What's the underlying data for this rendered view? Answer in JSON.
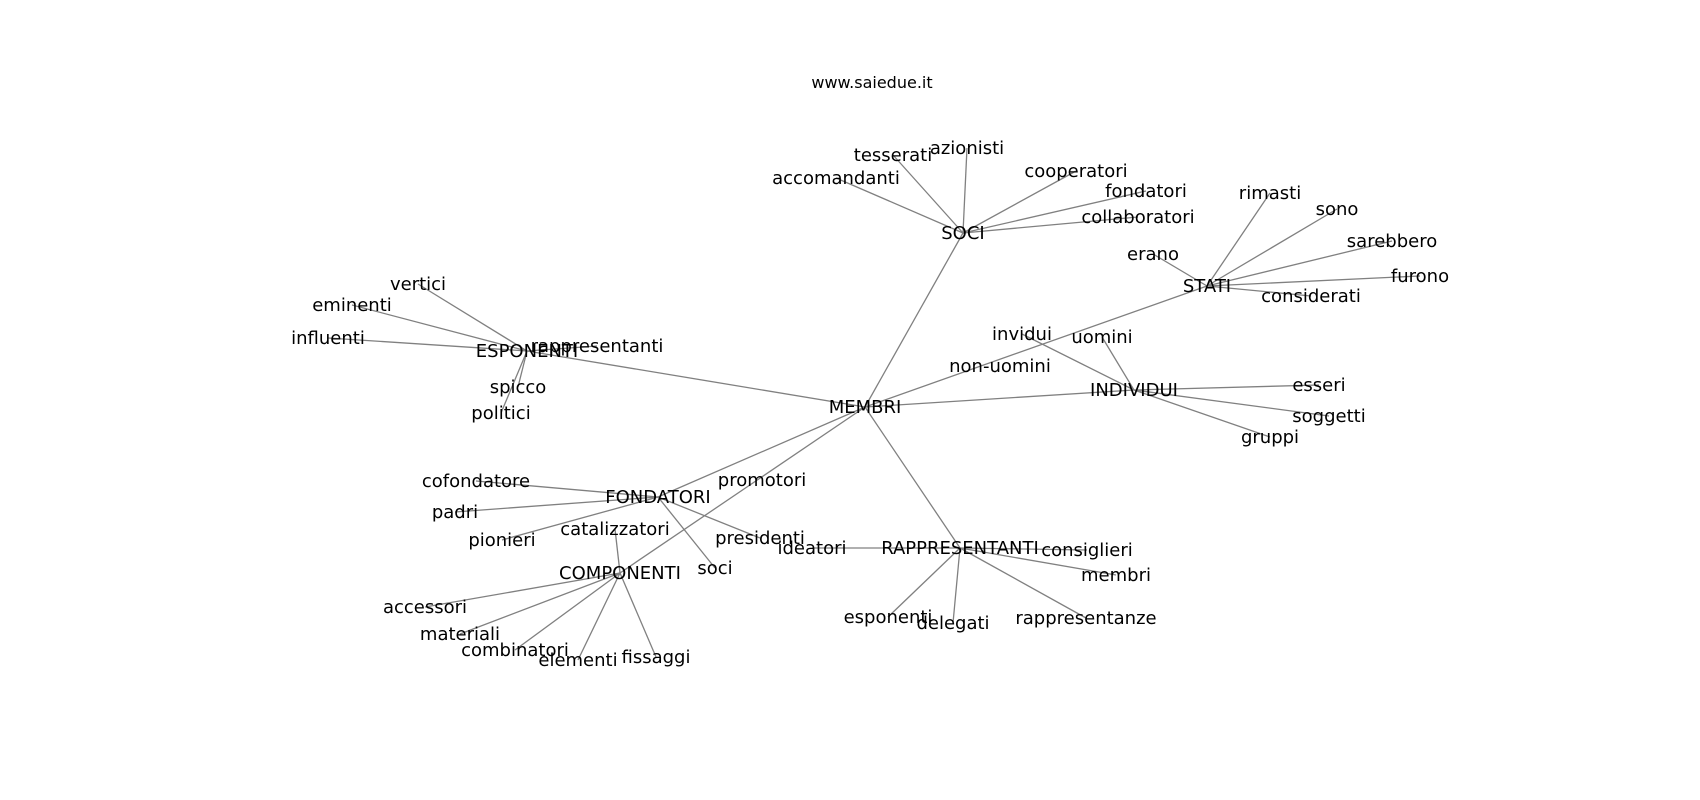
{
  "title": "www.saiedue.it",
  "colors": {
    "edge": "#808080",
    "text": "#000000",
    "background": "#ffffff"
  },
  "graph": {
    "nodes": [
      {
        "id": "MEMBRI",
        "label": "MEMBRI"
      },
      {
        "id": "SOCI",
        "label": "SOCI"
      },
      {
        "id": "ESPONENTI",
        "label": "ESPONENTI"
      },
      {
        "id": "STATI",
        "label": "STATI"
      },
      {
        "id": "INDIVIDUI",
        "label": "INDIVIDUI"
      },
      {
        "id": "FONDATORI",
        "label": "FONDATORI"
      },
      {
        "id": "COMPONENTI",
        "label": "COMPONENTI"
      },
      {
        "id": "RAPPRESENTANTI",
        "label": "RAPPRESENTANTI"
      },
      {
        "id": "tesserati",
        "label": "tesserati"
      },
      {
        "id": "azionisti",
        "label": "azionisti"
      },
      {
        "id": "accomandanti",
        "label": "accomandanti"
      },
      {
        "id": "cooperatori",
        "label": "cooperatori"
      },
      {
        "id": "fondatori",
        "label": "fondatori"
      },
      {
        "id": "collaboratori",
        "label": "collaboratori"
      },
      {
        "id": "vertici",
        "label": "vertici"
      },
      {
        "id": "eminenti",
        "label": "eminenti"
      },
      {
        "id": "influenti",
        "label": "influenti"
      },
      {
        "id": "rappresentanti",
        "label": "rappresentanti"
      },
      {
        "id": "spicco",
        "label": "spicco"
      },
      {
        "id": "politici",
        "label": "politici"
      },
      {
        "id": "rimasti",
        "label": "rimasti"
      },
      {
        "id": "sono",
        "label": "sono"
      },
      {
        "id": "sarebbero",
        "label": "sarebbero"
      },
      {
        "id": "erano",
        "label": "erano"
      },
      {
        "id": "furono",
        "label": "furono"
      },
      {
        "id": "considerati",
        "label": "considerati"
      },
      {
        "id": "invidui",
        "label": "invidui"
      },
      {
        "id": "uomini",
        "label": "uomini"
      },
      {
        "id": "non-uomini",
        "label": "non-uomini"
      },
      {
        "id": "esseri",
        "label": "esseri"
      },
      {
        "id": "soggetti",
        "label": "soggetti"
      },
      {
        "id": "gruppi",
        "label": "gruppi"
      },
      {
        "id": "cofondatore",
        "label": "cofondatore"
      },
      {
        "id": "padri",
        "label": "padri"
      },
      {
        "id": "pionieri",
        "label": "pionieri"
      },
      {
        "id": "promotori",
        "label": "promotori"
      },
      {
        "id": "presidenti",
        "label": "presidenti"
      },
      {
        "id": "soci",
        "label": "soci"
      },
      {
        "id": "catalizzatori",
        "label": "catalizzatori"
      },
      {
        "id": "accessori",
        "label": "accessori"
      },
      {
        "id": "materiali",
        "label": "materiali"
      },
      {
        "id": "combinatori",
        "label": "combinatori"
      },
      {
        "id": "elementi",
        "label": "elementi"
      },
      {
        "id": "fissaggi",
        "label": "fissaggi"
      },
      {
        "id": "ideatori",
        "label": "ideatori"
      },
      {
        "id": "consiglieri",
        "label": "consiglieri"
      },
      {
        "id": "membri",
        "label": "membri"
      },
      {
        "id": "esponenti",
        "label": "esponenti"
      },
      {
        "id": "delegati",
        "label": "delegati"
      },
      {
        "id": "rappresentanze",
        "label": "rappresentanze"
      }
    ],
    "edges": [
      [
        "MEMBRI",
        "SOCI"
      ],
      [
        "MEMBRI",
        "ESPONENTI"
      ],
      [
        "MEMBRI",
        "STATI"
      ],
      [
        "MEMBRI",
        "INDIVIDUI"
      ],
      [
        "MEMBRI",
        "FONDATORI"
      ],
      [
        "MEMBRI",
        "COMPONENTI"
      ],
      [
        "MEMBRI",
        "RAPPRESENTANTI"
      ],
      [
        "SOCI",
        "tesserati"
      ],
      [
        "SOCI",
        "azionisti"
      ],
      [
        "SOCI",
        "accomandanti"
      ],
      [
        "SOCI",
        "cooperatori"
      ],
      [
        "SOCI",
        "fondatori"
      ],
      [
        "SOCI",
        "collaboratori"
      ],
      [
        "ESPONENTI",
        "vertici"
      ],
      [
        "ESPONENTI",
        "eminenti"
      ],
      [
        "ESPONENTI",
        "influenti"
      ],
      [
        "ESPONENTI",
        "rappresentanti"
      ],
      [
        "ESPONENTI",
        "spicco"
      ],
      [
        "ESPONENTI",
        "politici"
      ],
      [
        "STATI",
        "rimasti"
      ],
      [
        "STATI",
        "sono"
      ],
      [
        "STATI",
        "sarebbero"
      ],
      [
        "STATI",
        "erano"
      ],
      [
        "STATI",
        "furono"
      ],
      [
        "STATI",
        "considerati"
      ],
      [
        "INDIVIDUI",
        "invidui"
      ],
      [
        "INDIVIDUI",
        "uomini"
      ],
      [
        "INDIVIDUI",
        "esseri"
      ],
      [
        "INDIVIDUI",
        "soggetti"
      ],
      [
        "INDIVIDUI",
        "gruppi"
      ],
      [
        "FONDATORI",
        "cofondatore"
      ],
      [
        "FONDATORI",
        "padri"
      ],
      [
        "FONDATORI",
        "pionieri"
      ],
      [
        "FONDATORI",
        "soci"
      ],
      [
        "FONDATORI",
        "presidenti"
      ],
      [
        "COMPONENTI",
        "catalizzatori"
      ],
      [
        "COMPONENTI",
        "accessori"
      ],
      [
        "COMPONENTI",
        "materiali"
      ],
      [
        "COMPONENTI",
        "combinatori"
      ],
      [
        "COMPONENTI",
        "elementi"
      ],
      [
        "COMPONENTI",
        "fissaggi"
      ],
      [
        "RAPPRESENTANTI",
        "ideatori"
      ],
      [
        "RAPPRESENTANTI",
        "consiglieri"
      ],
      [
        "RAPPRESENTANTI",
        "membri"
      ],
      [
        "RAPPRESENTANTI",
        "esponenti"
      ],
      [
        "RAPPRESENTANTI",
        "delegati"
      ],
      [
        "RAPPRESENTANTI",
        "rappresentanze"
      ]
    ]
  }
}
